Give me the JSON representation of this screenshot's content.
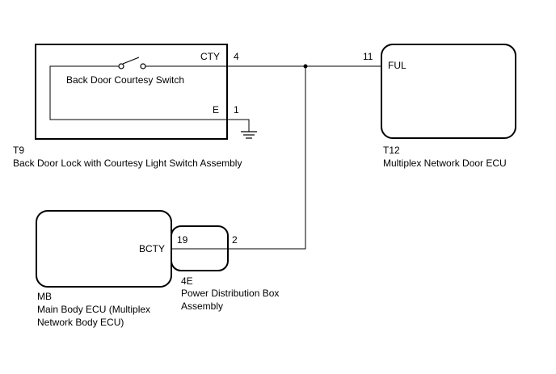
{
  "components": {
    "t9": {
      "code": "T9",
      "name": "Back Door Lock with Courtesy Light Switch Assembly",
      "switch_label": "Back Door Courtesy Switch",
      "terminals": [
        {
          "name": "CTY",
          "pin": "4"
        },
        {
          "name": "E",
          "pin": "1"
        }
      ]
    },
    "t12": {
      "code": "T12",
      "name": "Multiplex Network Door ECU",
      "terminal": {
        "name": "FUL",
        "pin": "11"
      }
    },
    "mb": {
      "code": "MB",
      "name_line1": "Main Body ECU (Multiplex",
      "name_line2": "Network Body ECU)",
      "terminal": {
        "name": "BCTY"
      }
    },
    "e4": {
      "code": "4E",
      "name_line1": "Power Distribution Box",
      "name_line2": "Assembly",
      "pins": [
        "19",
        "2"
      ]
    }
  }
}
